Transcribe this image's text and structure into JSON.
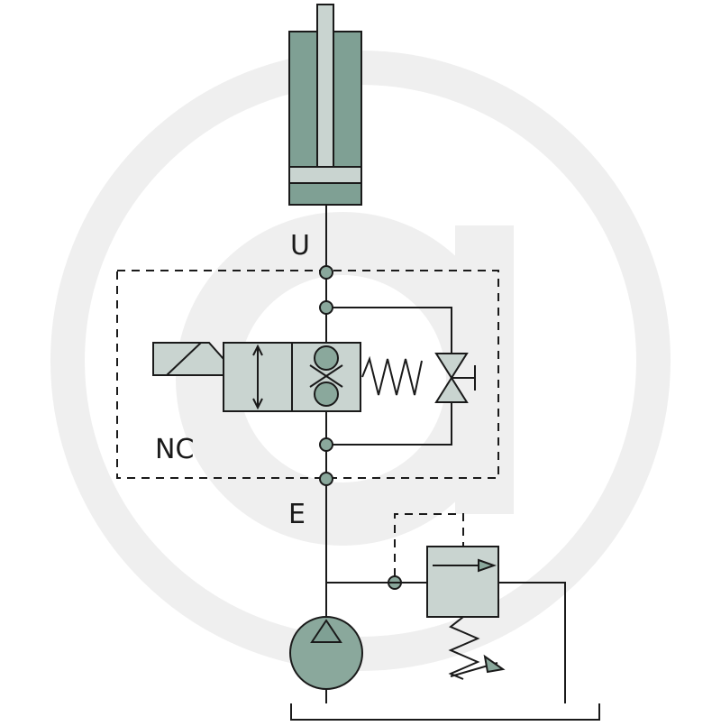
{
  "labels": {
    "port_u": "U",
    "port_e": "E",
    "valve_type": "NC"
  },
  "colors": {
    "line": "#1a1a1a",
    "component_fill": "#c9d4d0",
    "cylinder_fill": "#7fa094",
    "node_fill": "#8aa89c",
    "watermark": "#efefef"
  },
  "components": [
    {
      "name": "single-acting-cylinder",
      "icon": "cylinder-icon"
    },
    {
      "name": "solenoid-valve-2-2-nc",
      "icon": "solenoid-valve-icon"
    },
    {
      "name": "manual-bypass-valve",
      "icon": "needle-valve-icon"
    },
    {
      "name": "pressure-relief-valve",
      "icon": "relief-valve-icon"
    },
    {
      "name": "hydraulic-pump",
      "icon": "pump-icon"
    },
    {
      "name": "tank",
      "icon": "tank-icon"
    }
  ]
}
